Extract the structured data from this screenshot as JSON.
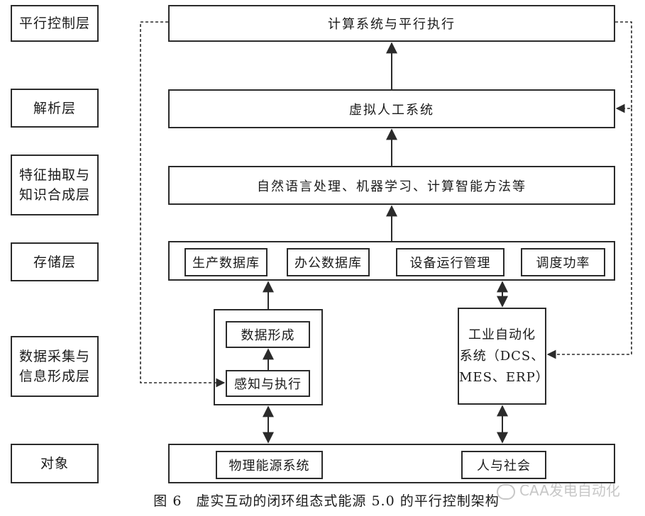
{
  "layers": [
    "平行控制层",
    "解析层",
    "特征抽取与\n知识合成层",
    "存储层",
    "数据采集与\n信息形成层",
    "对象"
  ],
  "nodes": {
    "compute_exec": "计算系统与平行执行",
    "virtual_system": "虚拟人工系统",
    "methods": "自然语言处理、机器学习、计算智能方法等",
    "db_production": "生产数据库",
    "db_office": "办公数据库",
    "equipment_mgmt": "设备运行管理",
    "dispatch_power": "调度功率",
    "data_formation": "数据形成",
    "sense_execute": "感知与执行",
    "industrial_auto": "工业自动化\n系统（DCS、\nMES、ERP）",
    "physical_energy": "物理能源系统",
    "human_society": "人与社会"
  },
  "caption": "图 6　虚实互动的闭环组态式能源 5.0 的平行控制架构",
  "watermark": "CAA发电自动化",
  "colors": {
    "stroke": "#2b2b2b",
    "text": "#1a1a1a",
    "watermark": "#c7c7c7"
  }
}
